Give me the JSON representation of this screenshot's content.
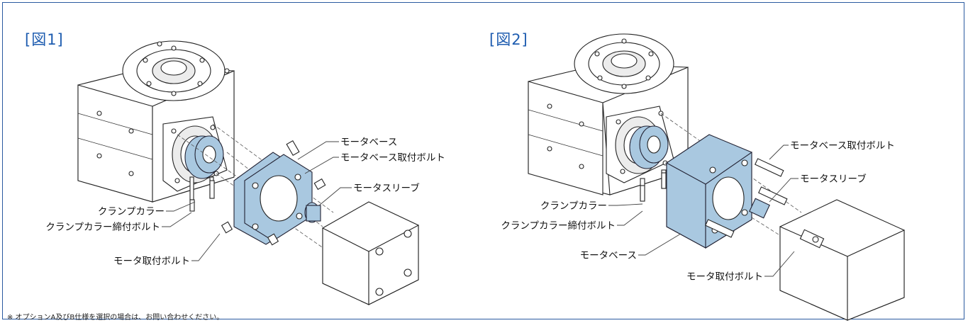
{
  "figures": [
    {
      "title": "[図1]",
      "labels": {
        "motor_base": "モータベース",
        "motor_base_bolt": "モータベース取付ボルト",
        "motor_sleeve": "モータスリーブ",
        "clamp_collar": "クランプカラー",
        "clamp_collar_bolt": "クランプカラー締付ボルト",
        "motor_bolt": "モータ取付ボルト"
      }
    },
    {
      "title": "[図2]",
      "labels": {
        "motor_base_bolt": "モータベース取付ボルト",
        "motor_sleeve": "モータスリーブ",
        "clamp_collar": "クランプカラー",
        "clamp_collar_bolt": "クランプカラー締付ボルト",
        "motor_base": "モータベース",
        "motor_bolt": "モータ取付ボルト"
      }
    }
  ],
  "note": "※ オプションA及びB仕様を選択の場合は、お問い合わせください。",
  "colors": {
    "frame": "#2a5aa0",
    "title": "#1f5db0",
    "part_highlight": "#a9c8e0"
  }
}
